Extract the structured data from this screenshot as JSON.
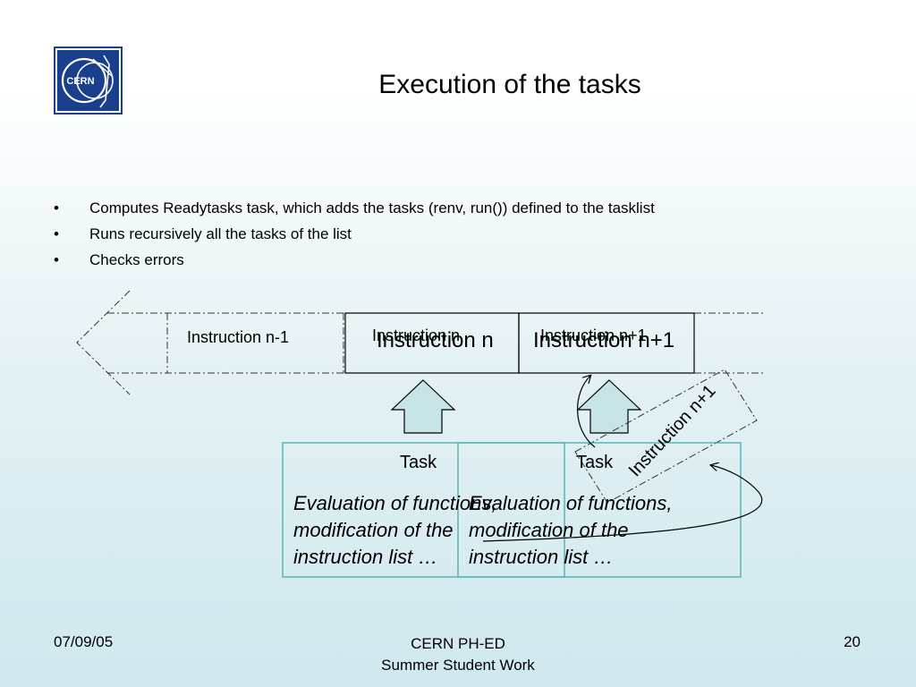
{
  "slide": {
    "title": "Execution of the tasks",
    "logo_text": "CERN",
    "bullets": [
      "Computes Readytasks task, which adds the tasks (renv, run()) defined to the tasklist",
      "Runs recursively all the tasks of the list",
      "Checks errors"
    ]
  },
  "diagram": {
    "instructions": {
      "prev": "Instruction n-1",
      "current_small": "Instruction n",
      "next_small": "Instruction n+1",
      "current": "Instruction n",
      "next": "Instruction n+1",
      "rotated": "Instruction n+1"
    },
    "tasks": {
      "left_label": "Task",
      "right_label": "Task",
      "left_text": "Evaluation of functions,\nmodification of the\ninstruction list …",
      "right_text": "Evaluation of functions,\nmodification of the\ninstruction list …"
    }
  },
  "footer": {
    "date": "07/09/05",
    "org_line1": "CERN PH-ED",
    "org_line2": "Summer Student Work",
    "page": "20"
  },
  "colors": {
    "logo_bg": "#1a3f8c",
    "arrow_fill": "#c6e4e6",
    "task_border": "#3aa6a6"
  }
}
